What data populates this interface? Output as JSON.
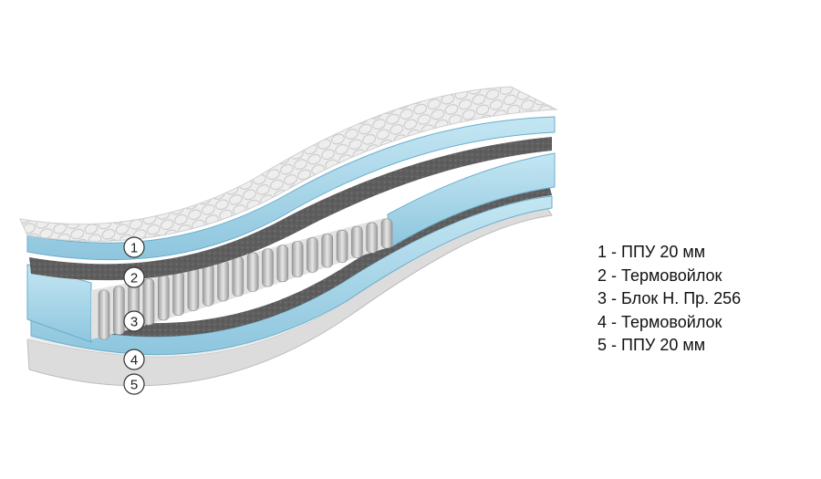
{
  "colors": {
    "foam": "#a9d6e8",
    "foam_edge": "#6aaecb",
    "felt": "#5f5f5f",
    "quilt": "#ececec",
    "spring": "#d3d3d3",
    "base": "#dedede"
  },
  "markers": [
    "1",
    "2",
    "3",
    "4",
    "5"
  ],
  "legend": [
    "1 - ППУ 20 мм",
    "2 - Термовойлок",
    "3 - Блок Н. Пр. 256",
    "4 - Термовойлок",
    "5 - ППУ 20 мм"
  ]
}
